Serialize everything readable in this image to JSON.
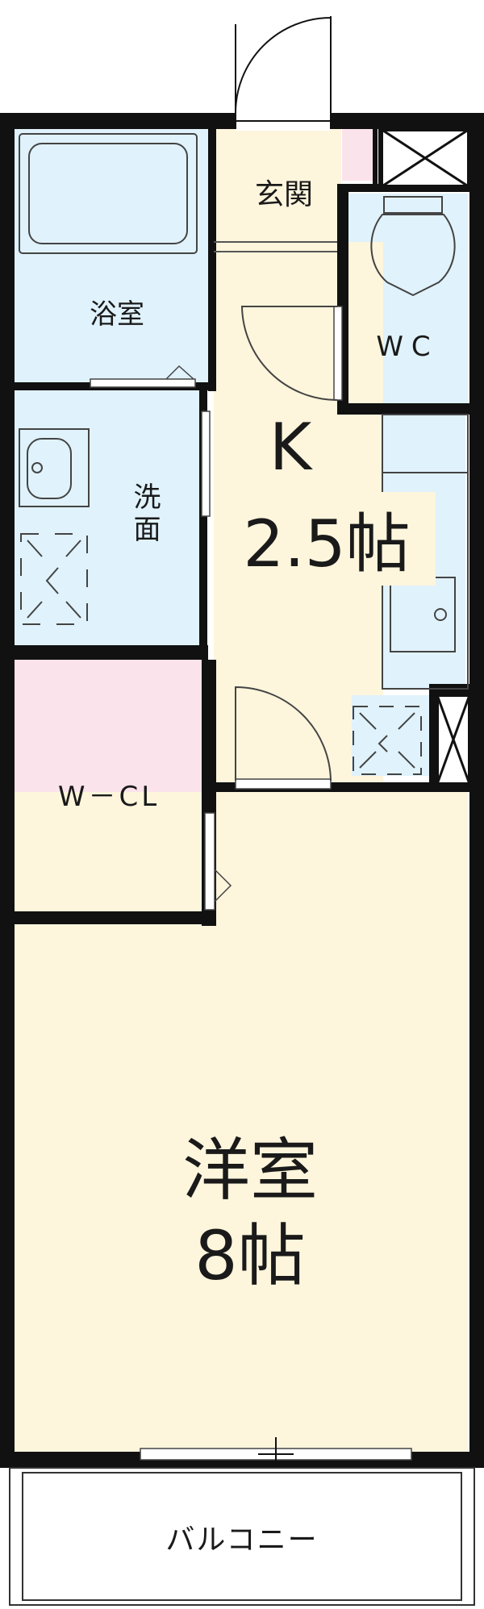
{
  "rooms": {
    "entrance": "玄関",
    "bathroom": "浴室",
    "toilet": "WC",
    "kitchen_name": "K",
    "kitchen_size": "2.5帖",
    "washroom": "洗面",
    "closet": "W－CL",
    "western_room_name": "洋室",
    "western_room_size": "8帖",
    "balcony": "バルコニー"
  },
  "colors": {
    "wet_area": "#e0f2fb",
    "living": "#fdf5dc",
    "closet": "#fbe3ec",
    "wall": "#111111"
  }
}
